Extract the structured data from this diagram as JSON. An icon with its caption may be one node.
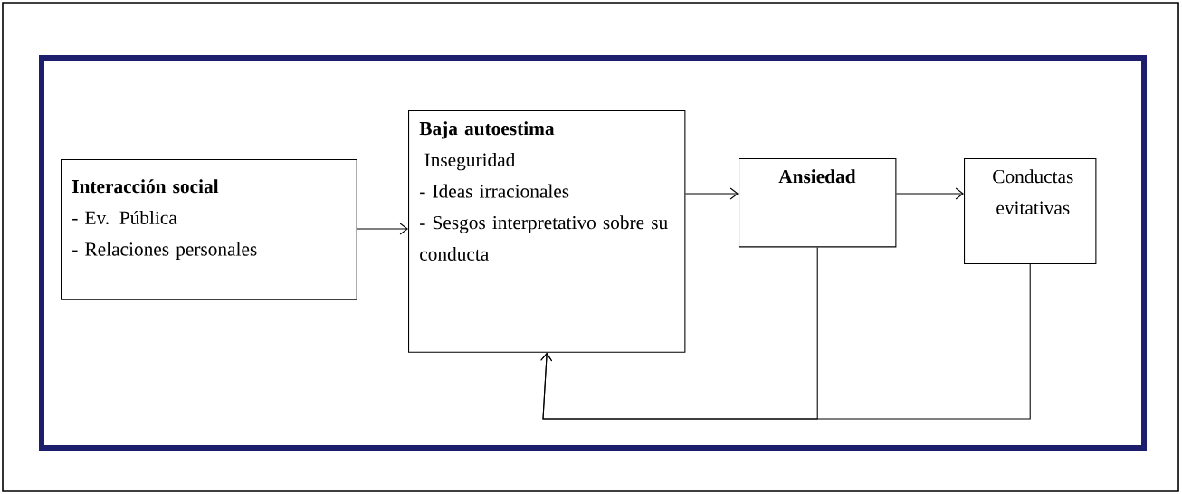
{
  "diagram": {
    "nodes": [
      {
        "text": [
          "Interacción social",
          "- Ev. Pública",
          "- Relaciones personales"
        ]
      },
      {
        "text": [
          "Baja autoestima",
          "Inseguridad",
          "- Ideas irracionales",
          "- Sesgos interpretativo sobre su conducta"
        ]
      },
      {
        "text": [
          "Ansiedad"
        ]
      },
      {
        "text": [
          "Conductas evitativas"
        ]
      }
    ],
    "edges": [
      {
        "from": 0,
        "to": 1,
        "arrow": "to"
      },
      {
        "from": 1,
        "to": 2,
        "arrow": "to"
      },
      {
        "from": 2,
        "to": 3,
        "arrow": "to"
      },
      {
        "from": 2,
        "to": 1,
        "arrow": "to"
      },
      {
        "from": 3,
        "to": 1,
        "arrow": "to"
      }
    ]
  }
}
